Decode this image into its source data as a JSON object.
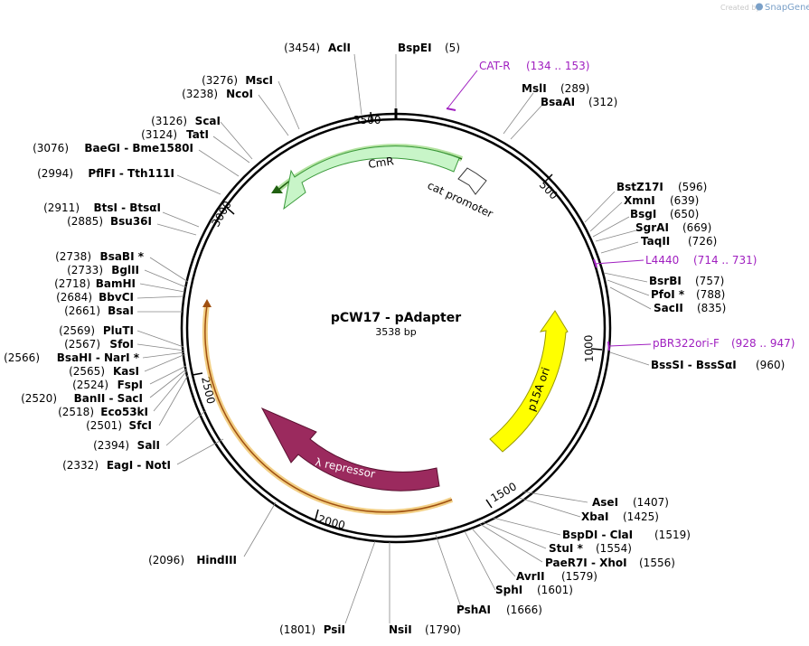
{
  "credit": {
    "prefix": "Created by",
    "brand": "SnapGene"
  },
  "plasmid": {
    "name": "pCW17 - pAdapter",
    "length_label": "3538 bp"
  },
  "ticks": [
    "500",
    "1000",
    "1500",
    "2000",
    "2500",
    "3000",
    "3500"
  ],
  "features": [
    {
      "label": "CmR",
      "color": "#c8f5c8"
    },
    {
      "label": "cat promoter",
      "color": "#ffffff"
    },
    {
      "label": "p15A ori",
      "color": "#ffff00"
    },
    {
      "label": "λ repressor",
      "color": "#9b2a5e"
    }
  ],
  "primers": [
    {
      "name": "CAT-R",
      "range": "(134 .. 153)"
    },
    {
      "name": "L4440",
      "range": "(714 .. 731)"
    },
    {
      "name": "pBR322ori-F",
      "range": "(928 .. 947)"
    }
  ],
  "enzymes_right": [
    {
      "name": "BspEI",
      "pos": "(5)"
    },
    {
      "name": "MslI",
      "pos": "(289)"
    },
    {
      "name": "BsaAI",
      "pos": "(312)"
    },
    {
      "name": "BstZ17I",
      "pos": "(596)"
    },
    {
      "name": "XmnI",
      "pos": "(639)"
    },
    {
      "name": "BsgI",
      "pos": "(650)"
    },
    {
      "name": "SgrAI",
      "pos": "(669)"
    },
    {
      "name": "TaqII",
      "pos": "(726)"
    },
    {
      "name": "BsrBI",
      "pos": "(757)"
    },
    {
      "name": "PfoI *",
      "pos": "(788)"
    },
    {
      "name": "SacII",
      "pos": "(835)"
    },
    {
      "name": "BssSI - BssSαI",
      "pos": "(960)"
    },
    {
      "name": "AseI",
      "pos": "(1407)"
    },
    {
      "name": "XbaI",
      "pos": "(1425)"
    },
    {
      "name": "BspDI - ClaI",
      "pos": "(1519)"
    },
    {
      "name": "StuI *",
      "pos": "(1554)"
    },
    {
      "name": "PaeR7I - XhoI",
      "pos": "(1556)"
    },
    {
      "name": "AvrII",
      "pos": "(1579)"
    },
    {
      "name": "SphI",
      "pos": "(1601)"
    },
    {
      "name": "PshAI",
      "pos": "(1666)"
    },
    {
      "name": "NsiI",
      "pos": "(1790)"
    }
  ],
  "enzymes_left": [
    {
      "name": "AclI",
      "pos": "(3454)"
    },
    {
      "name": "MscI",
      "pos": "(3276)"
    },
    {
      "name": "NcoI",
      "pos": "(3238)"
    },
    {
      "name": "ScaI",
      "pos": "(3126)"
    },
    {
      "name": "TatI",
      "pos": "(3124)"
    },
    {
      "name": "BaeGI - Bme1580I",
      "pos": "(3076)"
    },
    {
      "name": "PflFI - Tth111I",
      "pos": "(2994)"
    },
    {
      "name": "BtsI - BtsαI",
      "pos": "(2911)"
    },
    {
      "name": "Bsu36I",
      "pos": "(2885)"
    },
    {
      "name": "BsaBI *",
      "pos": "(2738)"
    },
    {
      "name": "BglII",
      "pos": "(2733)"
    },
    {
      "name": "BamHI",
      "pos": "(2718)"
    },
    {
      "name": "BbvCI",
      "pos": "(2684)"
    },
    {
      "name": "BsaI",
      "pos": "(2661)"
    },
    {
      "name": "PluTI",
      "pos": "(2569)"
    },
    {
      "name": "SfoI",
      "pos": "(2567)"
    },
    {
      "name": "BsaHI - NarI *",
      "pos": "(2566)"
    },
    {
      "name": "KasI",
      "pos": "(2565)"
    },
    {
      "name": "FspI",
      "pos": "(2524)"
    },
    {
      "name": "BanII - SacI",
      "pos": "(2520)"
    },
    {
      "name": "Eco53kI",
      "pos": "(2518)"
    },
    {
      "name": "SfcI",
      "pos": "(2501)"
    },
    {
      "name": "SalI",
      "pos": "(2394)"
    },
    {
      "name": "EagI - NotI",
      "pos": "(2332)"
    },
    {
      "name": "HindIII",
      "pos": "(2096)"
    },
    {
      "name": "PsiI",
      "pos": "(1801)"
    }
  ]
}
